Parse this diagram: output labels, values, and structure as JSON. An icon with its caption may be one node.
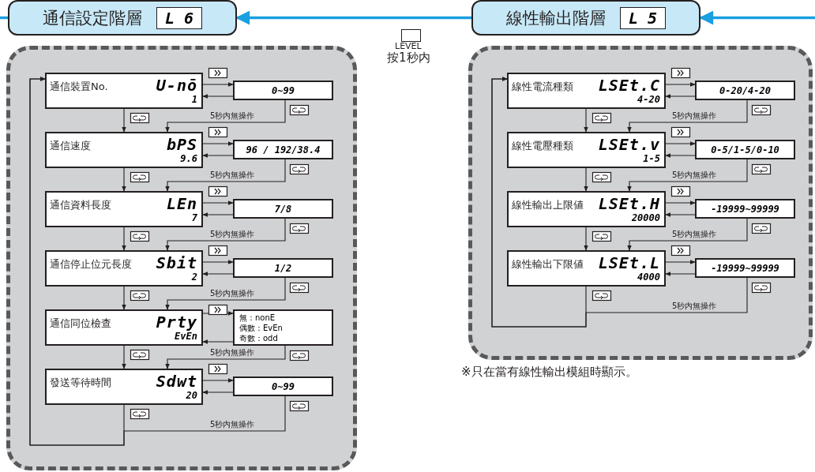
{
  "diagram": {
    "nodes": [
      {
        "text": [
          "通信設定階層",
          "L 6"
        ]
      },
      {
        "text": [],
        "shape": "box"
      },
      {
        "text": [
          "通信裝置No.",
          "U-nō",
          "1"
        ],
        "in": 1
      },
      {
        "text": [
          "通信速度",
          "bPS",
          "9.6"
        ],
        "in": 1
      },
      {
        "text": [
          "通信資料長度",
          "LEn",
          "7"
        ],
        "in": 1
      },
      {
        "text": [
          "通信停止位元長度",
          "Sbit",
          "2"
        ],
        "in": 1
      },
      {
        "text": [
          "通信同位檢查",
          "Prty",
          "EvEn"
        ],
        "in": 1
      },
      {
        "text": [
          "發送等待時間",
          "Sdwt",
          "20"
        ],
        "in": 1
      },
      {
        "text": [
          "0~99"
        ],
        "in": 1
      },
      {
        "text": [
          "96 / 192/38.4"
        ],
        "in": 1
      },
      {
        "text": [
          "7/8"
        ],
        "in": 1
      },
      {
        "text": [
          "1/2"
        ],
        "in": 1
      },
      {
        "text": [
          "無：nonE",
          "偶數：EvEn",
          "奇數：odd"
        ],
        "in": 1
      },
      {
        "text": [
          "0~99"
        ],
        "in": 1
      },
      {
        "text": [
          "線性輸出階層",
          "L 5"
        ]
      },
      {
        "text": [],
        "shape": "box"
      },
      {
        "text": [
          "線性電流種類",
          "LSEt.C",
          "4-20"
        ],
        "in": 15
      },
      {
        "text": [
          "線性電壓種類",
          "LSEt.v",
          "1-5"
        ],
        "in": 15
      },
      {
        "text": [
          "線性輸出上限値",
          "LSEt.H",
          "20000"
        ],
        "in": 15
      },
      {
        "text": [
          "線性輸出下限値",
          "LSEt.L",
          "4000"
        ],
        "in": 15
      },
      {
        "text": [
          "0-20/4-20"
        ],
        "in": 15
      },
      {
        "text": [
          "0-5/1-5/0-10"
        ],
        "in": 15
      },
      {
        "text": [
          "-19999~99999"
        ],
        "in": 15
      },
      {
        "text": [
          "-19999~99999"
        ],
        "in": 15
      }
    ],
    "edges": [
      {
        "from": 2,
        "to": 8,
        "arrow": "to"
      },
      {
        "from": 8,
        "to": 2,
        "arrow": "to"
      },
      {
        "from": 2,
        "to": 3,
        "arrow": "to"
      },
      {
        "from": 8,
        "to": 3,
        "arrow": "to",
        "label": "5秒内無操作"
      },
      {
        "from": 3,
        "to": 9,
        "arrow": "to"
      },
      {
        "from": 9,
        "to": 3,
        "arrow": "to"
      },
      {
        "from": 3,
        "to": 4,
        "arrow": "to"
      },
      {
        "from": 9,
        "to": 4,
        "arrow": "to",
        "label": "5秒内無操作"
      },
      {
        "from": 4,
        "to": 10,
        "arrow": "to"
      },
      {
        "from": 10,
        "to": 4,
        "arrow": "to"
      },
      {
        "from": 4,
        "to": 5,
        "arrow": "to"
      },
      {
        "from": 10,
        "to": 5,
        "arrow": "to",
        "label": "5秒内無操作"
      },
      {
        "from": 5,
        "to": 11,
        "arrow": "to"
      },
      {
        "from": 11,
        "to": 5,
        "arrow": "to"
      },
      {
        "from": 5,
        "to": 6,
        "arrow": "to"
      },
      {
        "from": 11,
        "to": 6,
        "arrow": "to",
        "label": "5秒内無操作"
      },
      {
        "from": 6,
        "to": 12,
        "arrow": "to"
      },
      {
        "from": 12,
        "to": 6,
        "arrow": "to"
      },
      {
        "from": 6,
        "to": 7,
        "arrow": "to"
      },
      {
        "from": 12,
        "to": 7,
        "arrow": "to",
        "label": "5秒内無操作"
      },
      {
        "from": 7,
        "to": 13,
        "arrow": "to"
      },
      {
        "from": 13,
        "to": 7,
        "arrow": "to"
      },
      {
        "from": 7,
        "to": 2,
        "arrow": "to"
      },
      {
        "from": 13,
        "to": 2,
        "arrow": "to",
        "label": "5秒内無操作"
      },
      {
        "from": 16,
        "to": 20,
        "arrow": "to"
      },
      {
        "from": 20,
        "to": 16,
        "arrow": "to"
      },
      {
        "from": 16,
        "to": 17,
        "arrow": "to"
      },
      {
        "from": 20,
        "to": 17,
        "arrow": "to",
        "label": "5秒内無操作"
      },
      {
        "from": 17,
        "to": 21,
        "arrow": "to"
      },
      {
        "from": 21,
        "to": 17,
        "arrow": "to"
      },
      {
        "from": 17,
        "to": 18,
        "arrow": "to"
      },
      {
        "from": 21,
        "to": 18,
        "arrow": "to",
        "label": "5秒内無操作"
      },
      {
        "from": 18,
        "to": 22,
        "arrow": "to"
      },
      {
        "from": 22,
        "to": 18,
        "arrow": "to"
      },
      {
        "from": 18,
        "to": 19,
        "arrow": "to"
      },
      {
        "from": 22,
        "to": 19,
        "arrow": "to",
        "label": "5秒内無操作"
      },
      {
        "from": 19,
        "to": 23,
        "arrow": "to"
      },
      {
        "from": 23,
        "to": 19,
        "arrow": "to"
      },
      {
        "from": 19,
        "to": 16,
        "arrow": "to"
      },
      {
        "from": 23,
        "to": 16,
        "arrow": "to",
        "label": "5秒内無操作"
      },
      {
        "from": 14,
        "to": 0,
        "arrow": "to",
        "style": "thick",
        "color": "#1a9fe0"
      },
      {
        "from": null,
        "to": 14,
        "arrow": "to",
        "style": "thick",
        "color": "#1a9fe0"
      },
      {
        "from": 0,
        "to": null,
        "arrow": "none",
        "style": "thick",
        "color": "#1a9fe0"
      }
    ],
    "labels": [
      "LEVEL",
      "按1秒内",
      "※只在當有線性輸出模組時顯示。"
    ]
  }
}
